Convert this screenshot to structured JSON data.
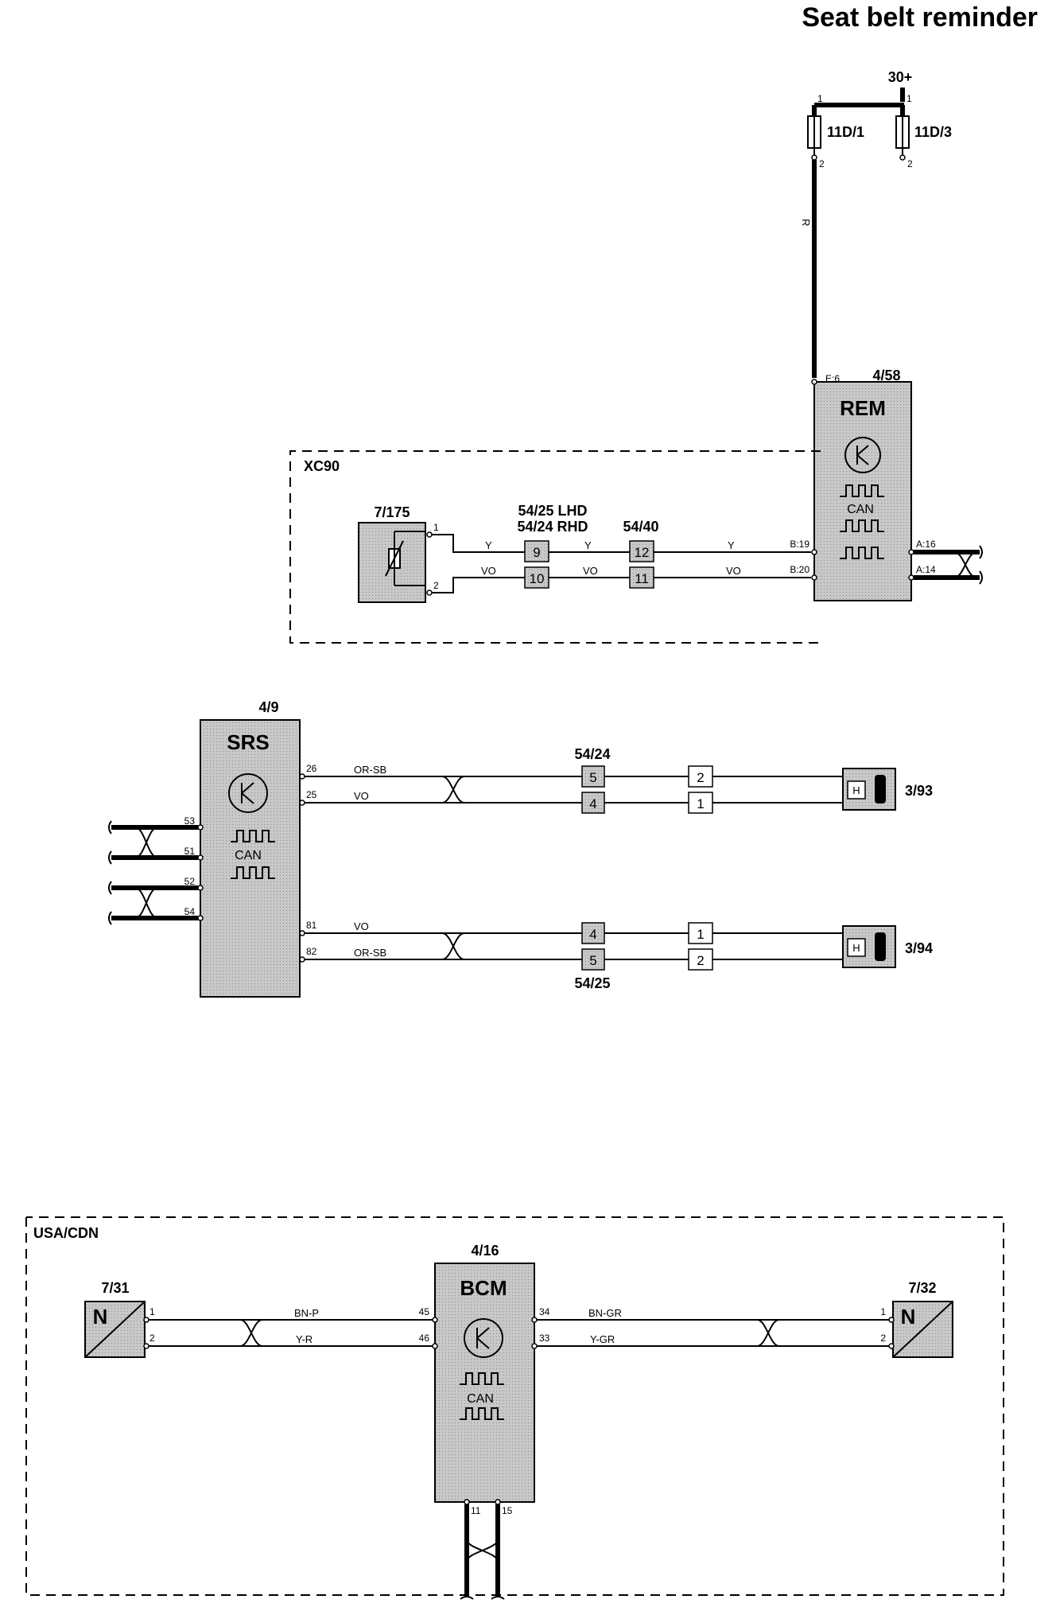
{
  "title": "Seat belt reminder",
  "supply": {
    "label": "30+",
    "fuse_a": "11D/1",
    "fuse_b": "11D/3",
    "pin1": "1",
    "pin2": "2",
    "wire_color": "R"
  },
  "rem": {
    "id": "4/58",
    "name": "REM",
    "can": "CAN",
    "pin_e6": "E:6",
    "pin_b19": "B:19",
    "pin_b20": "B:20",
    "pin_a16": "A:16",
    "pin_a14": "A:14"
  },
  "xc90": {
    "label": "XC90",
    "sensor": "7/175",
    "pin1": "1",
    "pin2": "2",
    "conn1_l1": "54/25 LHD",
    "conn1_l2": "54/24 RHD",
    "conn2": "54/40",
    "wire_y": "Y",
    "wire_vo": "VO",
    "c1_top": "9",
    "c1_bot": "10",
    "c2_top": "12",
    "c2_bot": "11"
  },
  "srs": {
    "id": "4/9",
    "name": "SRS",
    "can": "CAN",
    "pins_left": [
      "53",
      "51",
      "52",
      "54"
    ],
    "pin26": "26",
    "pin25": "25",
    "pin81": "81",
    "pin82": "82",
    "wire_or_sb": "OR-SB",
    "wire_vo": "VO",
    "conn_upper": "54/24",
    "conn_lower": "54/25",
    "cu_top": "5",
    "cu_bot": "4",
    "cw_top": "2",
    "cw_bot": "1",
    "cl_top": "4",
    "cl_bot": "5",
    "cwl_top": "1",
    "cwl_bot": "2",
    "buckle_upper": "3/93",
    "buckle_lower": "3/94",
    "h": "H"
  },
  "usa": {
    "label": "USA/CDN",
    "bcm_id": "4/16",
    "bcm_name": "BCM",
    "can": "CAN",
    "left_sensor": "7/31",
    "right_sensor": "7/32",
    "n": "N",
    "p1": "1",
    "p2": "2",
    "p45": "45",
    "p46": "46",
    "p34": "34",
    "p33": "33",
    "p11": "11",
    "p15": "15",
    "w_bnp": "BN-P",
    "w_yr": "Y-R",
    "w_bngr": "BN-GR",
    "w_ygr": "Y-GR"
  }
}
